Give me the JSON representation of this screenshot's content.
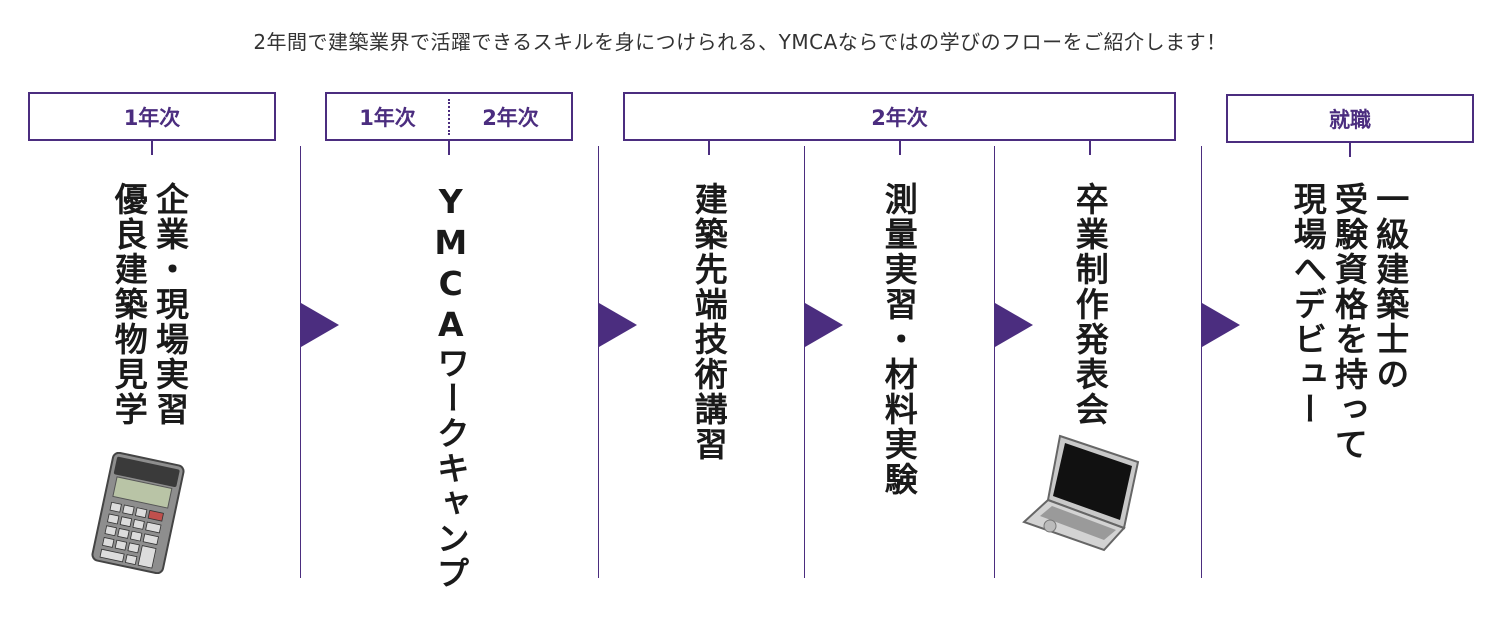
{
  "intro": "2年間で建築業界で活躍できるスキルを身につけられる、YMCAならではの学びのフローをご紹介します！",
  "phases": {
    "year1": "1年次",
    "year1b": "1年次",
    "year2b": "2年次",
    "year2": "2年次",
    "job": "就職"
  },
  "steps": {
    "s1_col1": "企業・現場実習",
    "s1_col2": "優良建築物見学",
    "s2": "YMCAワークキャンプ",
    "s3": "建築先端技術講習",
    "s4": "測量実習・材料実験",
    "s5": "卒業制作発表会",
    "s6_col1": "一級建築士の",
    "s6_col2": "受験資格を持って",
    "s6_col3": "現場へデビュー"
  },
  "colors": {
    "accent": "#4b2d7f",
    "text": "#1a1a1a"
  },
  "icons": [
    "calculator-icon",
    "laptop-icon",
    "arrow-right-icon"
  ]
}
